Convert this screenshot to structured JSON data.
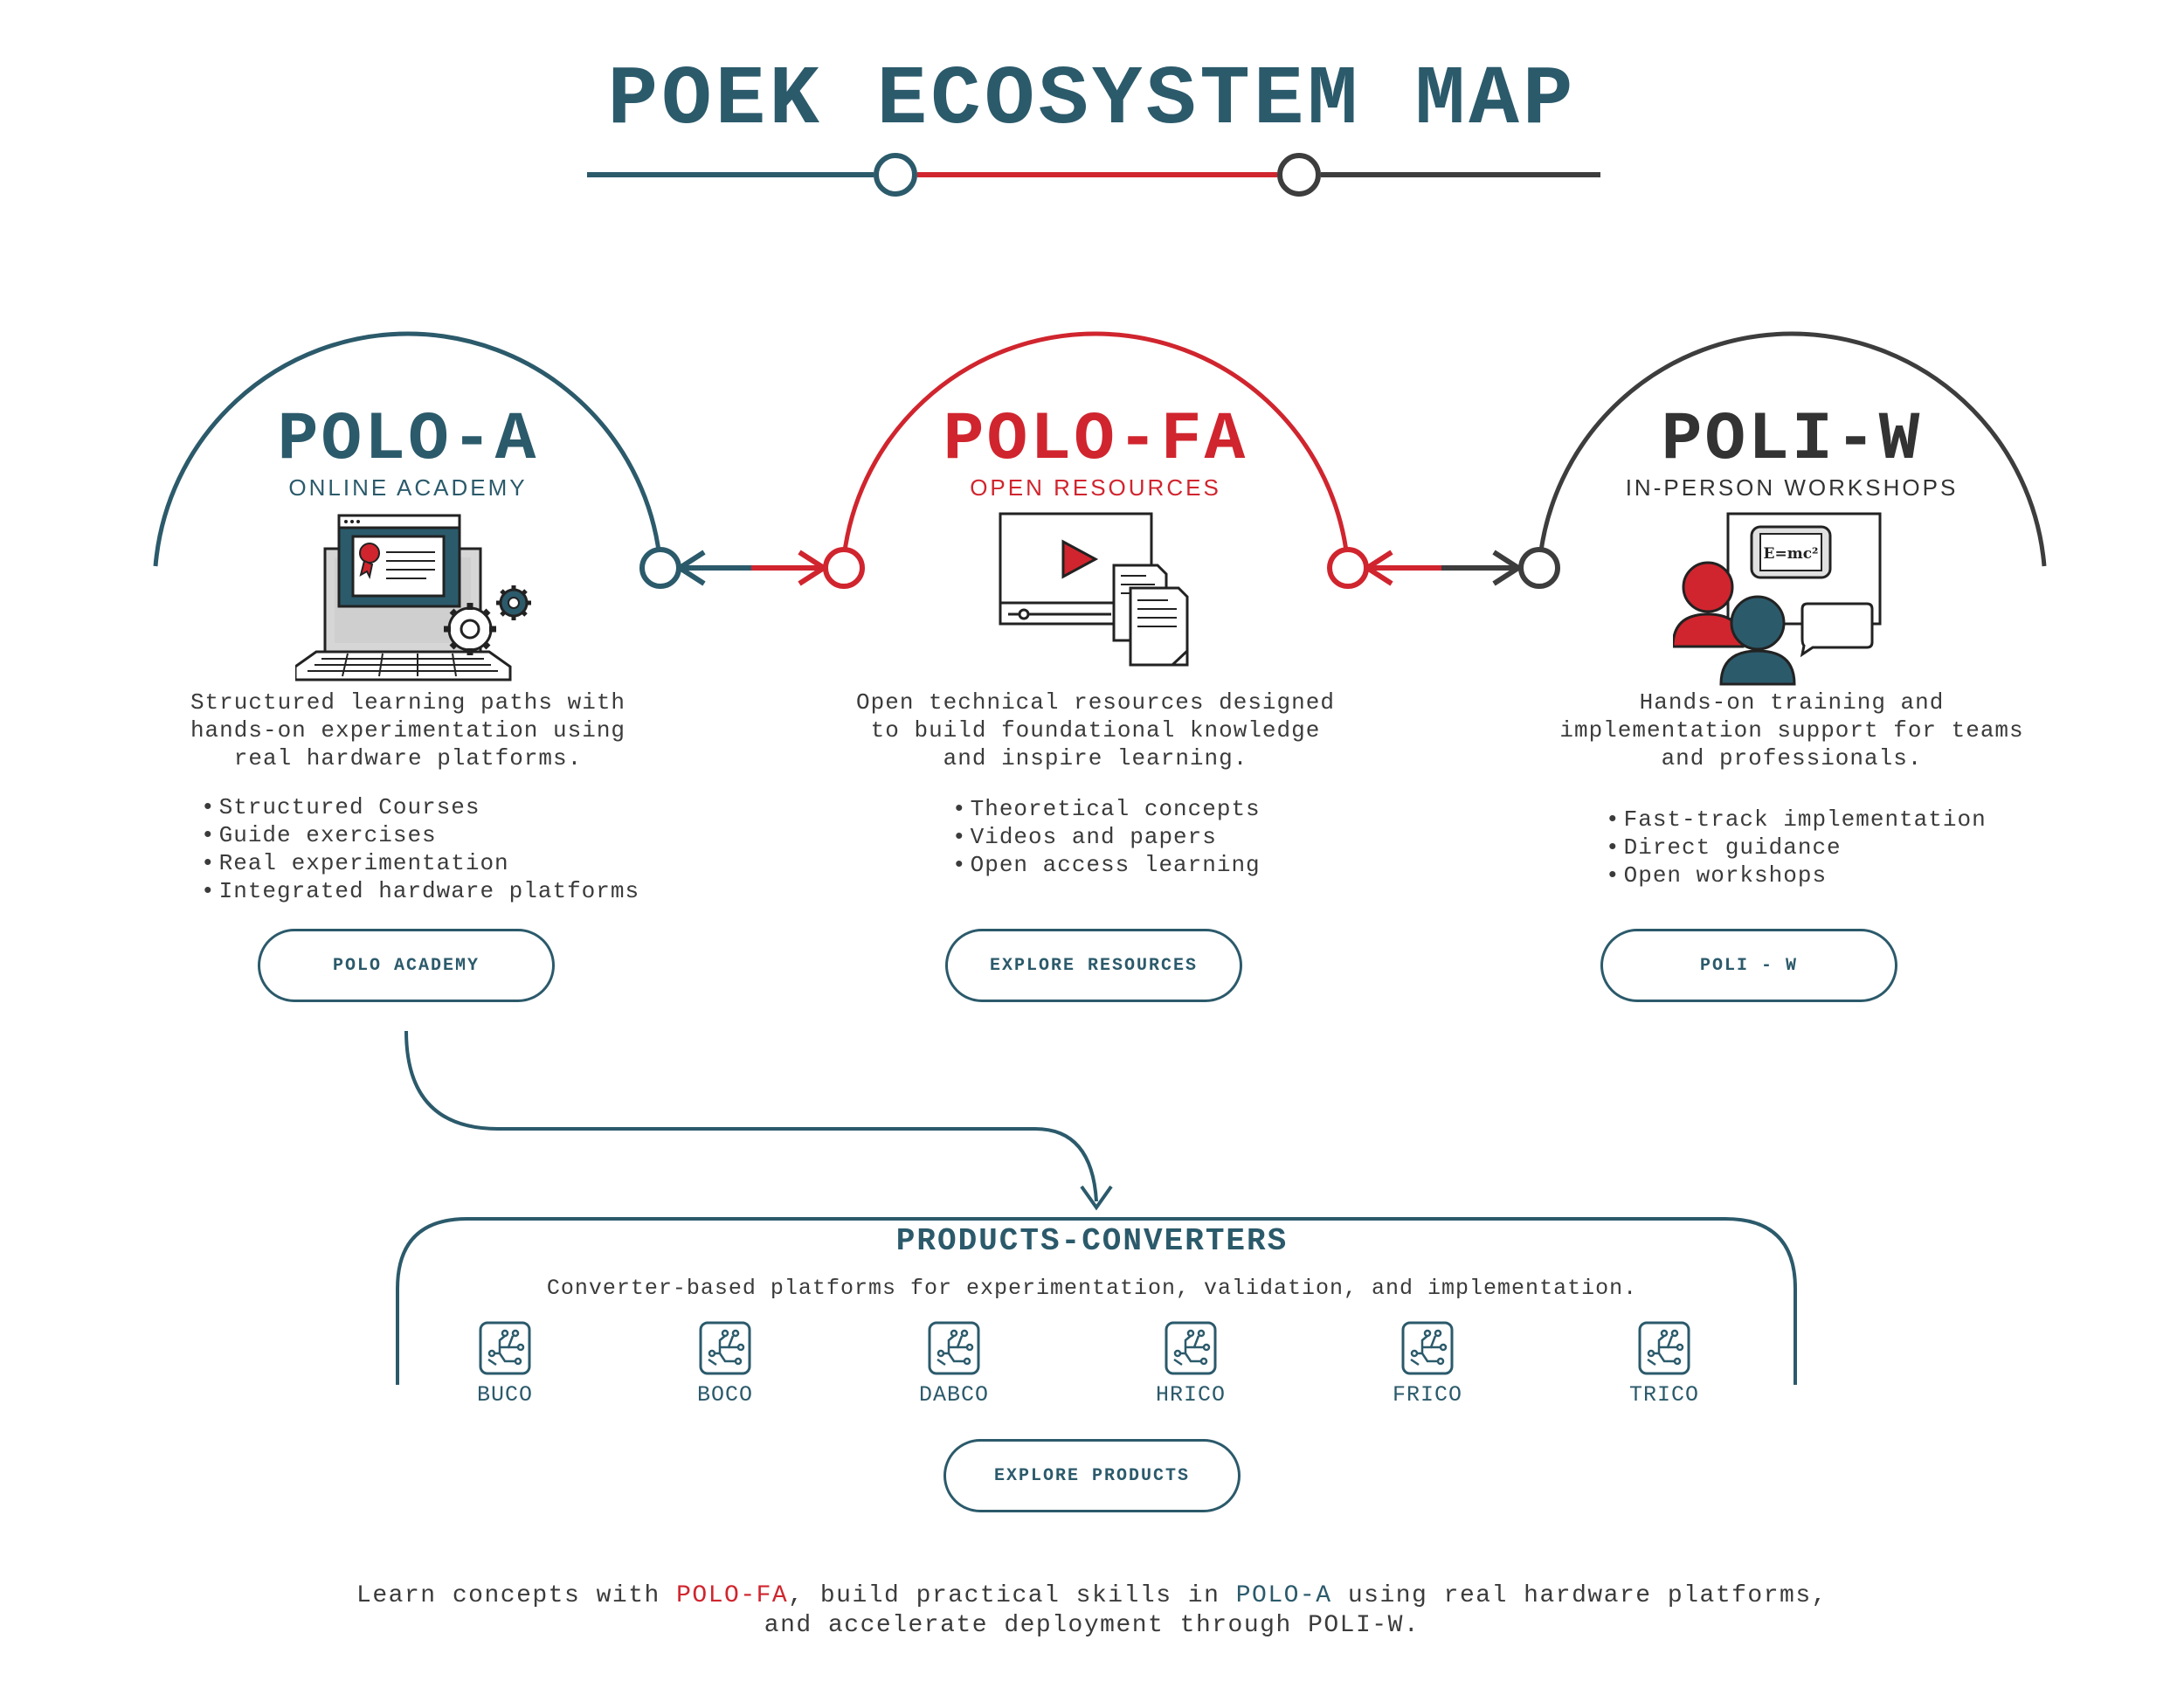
{
  "title": "POEK ECOSYSTEM MAP",
  "colors": {
    "teal": "#2b5a6b",
    "red": "#d0252e",
    "dark": "#3d3d3d"
  },
  "columns": [
    {
      "name": "POLO-A",
      "subtitle": "ONLINE ACADEMY",
      "description": [
        "Structured learning paths with",
        "hands-on experimentation using",
        "real hardware platforms."
      ],
      "items": [
        "Structured Courses",
        "Guide exercises",
        "Real experimentation",
        "Integrated hardware platforms"
      ],
      "button": "POLO ACADEMY",
      "icon": "laptop-certificate-icon"
    },
    {
      "name": "POLO-FA",
      "subtitle": "OPEN RESOURCES",
      "description": [
        "Open technical resources designed",
        "to build foundational knowledge",
        "and inspire learning."
      ],
      "items": [
        "Theoretical concepts",
        "Videos and papers",
        "Open access learning"
      ],
      "button": "EXPLORE RESOURCES",
      "icon": "video-documents-icon"
    },
    {
      "name": "POLI-W",
      "subtitle": "IN-PERSON WORKSHOPS",
      "description": [
        "Hands-on training and",
        "implementation support for teams",
        "and professionals."
      ],
      "items": [
        "Fast-track implementation",
        "Direct guidance",
        "Open workshops"
      ],
      "button": "POLI - W",
      "icon": "workshop-people-icon",
      "board_text": "E=mc²"
    }
  ],
  "products": {
    "title": "PRODUCTS-CONVERTERS",
    "description": "Converter-based platforms for experimentation, validation, and implementation.",
    "items": [
      "BUCO",
      "BOCO",
      "DABCO",
      "HRICO",
      "FRICO",
      "TRICO"
    ],
    "icon": "circuit-board-icon",
    "button": "EXPLORE PRODUCTS"
  },
  "footer": {
    "line1_a": "Learn concepts with ",
    "line1_b": "POLO-FA",
    "line1_c": ", build practical skills in ",
    "line1_d": "POLO-A",
    "line1_e": " using real hardware platforms,",
    "line2": "and accelerate deployment through POLI-W."
  }
}
